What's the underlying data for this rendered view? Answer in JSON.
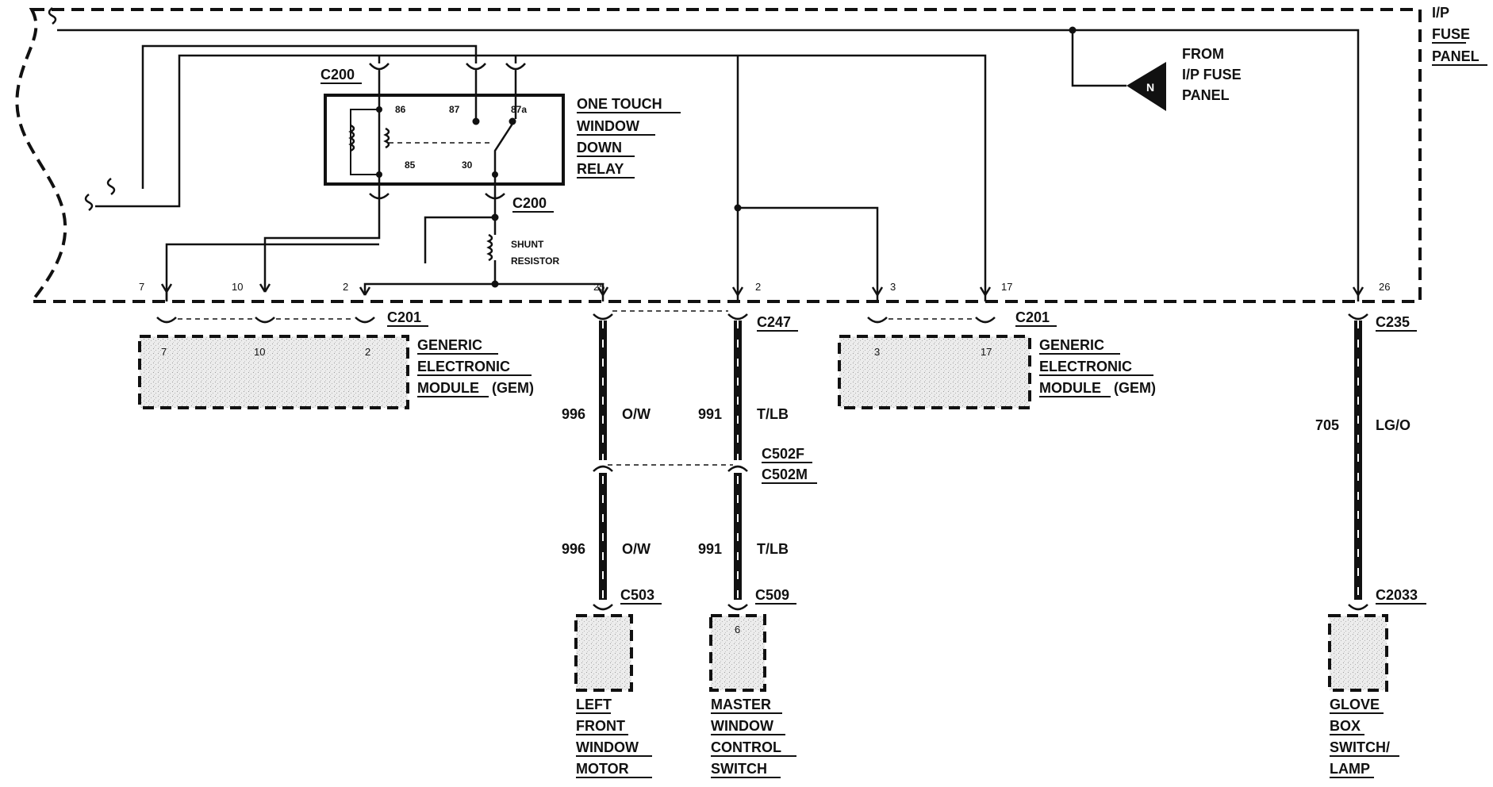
{
  "fuse_panel": {
    "line1": "I/P",
    "line2": "FUSE",
    "line3": "PANEL"
  },
  "from_source": {
    "line1": "FROM",
    "line2": "I/P FUSE",
    "line3": "PANEL",
    "badge": "N"
  },
  "relay": {
    "connector": "C200",
    "connector_bottom": "C200",
    "name_lines": [
      "ONE TOUCH",
      "WINDOW",
      "DOWN",
      "RELAY"
    ],
    "pins": {
      "p86": "86",
      "p87": "87",
      "p87a": "87a",
      "p85": "85",
      "p30": "30"
    }
  },
  "shunt": {
    "line1": "SHUNT",
    "line2": "RESISTOR"
  },
  "panel_pins": {
    "p7": "7",
    "p10": "10",
    "p2a": "2",
    "p25": "25",
    "p2b": "2",
    "p3": "3",
    "p17": "17",
    "p26": "26"
  },
  "gem_left": {
    "connector": "C201",
    "pins": {
      "p7": "7",
      "p10": "10",
      "p2": "2"
    },
    "name_lines": [
      "GENERIC",
      "ELECTRONIC",
      "MODULE"
    ],
    "suffix": "(GEM)"
  },
  "gem_right": {
    "connector": "C201",
    "pins": {
      "p3": "3",
      "p17": "17"
    },
    "name_lines": [
      "GENERIC",
      "ELECTRONIC",
      "MODULE"
    ],
    "suffix": "(GEM)"
  },
  "connectors": {
    "c247": "C247",
    "c502f": "C502F",
    "c502m": "C502M",
    "c503": "C503",
    "c509": "C509",
    "c235": "C235",
    "c2033": "C2033"
  },
  "wires": {
    "w996_upper": {
      "circuit": "996",
      "color": "O/W"
    },
    "w991_upper": {
      "circuit": "991",
      "color": "T/LB"
    },
    "w996_lower": {
      "circuit": "996",
      "color": "O/W"
    },
    "w991_lower": {
      "circuit": "991",
      "color": "T/LB"
    },
    "w705": {
      "circuit": "705",
      "color": "LG/O"
    }
  },
  "components": {
    "left_front_motor": [
      "LEFT",
      "FRONT",
      "WINDOW",
      "MOTOR"
    ],
    "master_switch": {
      "pin": "6",
      "lines": [
        "MASTER",
        "WINDOW",
        "CONTROL",
        "SWITCH"
      ]
    },
    "glove_box": [
      "GLOVE",
      "BOX",
      "SWITCH/",
      "LAMP"
    ]
  }
}
